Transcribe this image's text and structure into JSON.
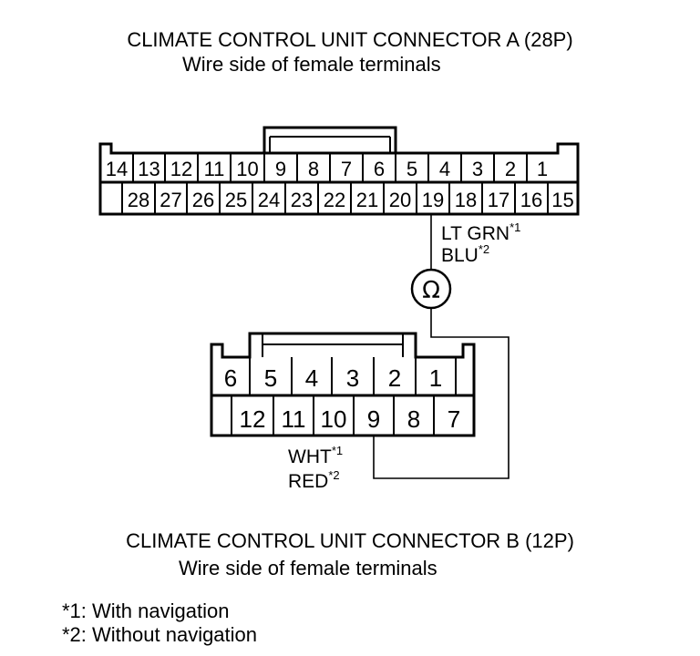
{
  "connector_a": {
    "title": "CLIMATE CONTROL UNIT CONNECTOR A (28P)",
    "subtitle": "Wire side of female terminals",
    "top_row": [
      "14",
      "13",
      "12",
      "11",
      "10",
      "9",
      "8",
      "7",
      "6",
      "5",
      "4",
      "3",
      "2",
      "1"
    ],
    "bottom_row": [
      "28",
      "27",
      "26",
      "25",
      "24",
      "23",
      "22",
      "21",
      "20",
      "19",
      "18",
      "17",
      "16",
      "15"
    ]
  },
  "connector_b": {
    "title": "CLIMATE CONTROL UNIT CONNECTOR B (12P)",
    "subtitle": "Wire side of female terminals",
    "top_row": [
      "6",
      "5",
      "4",
      "3",
      "2",
      "1"
    ],
    "bottom_row": [
      "12",
      "11",
      "10",
      "9",
      "8",
      "7"
    ]
  },
  "wire_a": {
    "line1": "LT GRN",
    "sup1": "*1",
    "line2": "BLU",
    "sup2": "*2"
  },
  "wire_b": {
    "line1": "WHT",
    "sup1": "*1",
    "line2": "RED",
    "sup2": "*2"
  },
  "meter_symbol": "Ω",
  "footnotes": [
    "*1: With navigation",
    "*2: Without navigation"
  ]
}
